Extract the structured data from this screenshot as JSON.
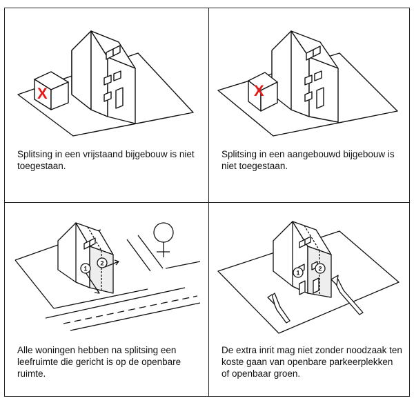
{
  "panels": [
    {
      "caption": "Splitsing in een vrijstaand bijgebouw is niet toegestaan.",
      "mark": "X"
    },
    {
      "caption": "Splitsing in een aangebouwd bijgebouw is niet toegestaan.",
      "mark": "X"
    },
    {
      "caption": "Alle woningen hebben na splitsing een leefruimte die gericht is op de openbare ruimte.",
      "labels": [
        "1",
        "2"
      ]
    },
    {
      "caption": "De extra inrit mag niet zonder noodzaak ten koste gaan van openbare parkeerplekken of openbaar groen.",
      "labels": [
        "1",
        "2"
      ]
    }
  ],
  "colors": {
    "line": "#111111",
    "mark": "#e31b1b",
    "background": "#ffffff"
  }
}
